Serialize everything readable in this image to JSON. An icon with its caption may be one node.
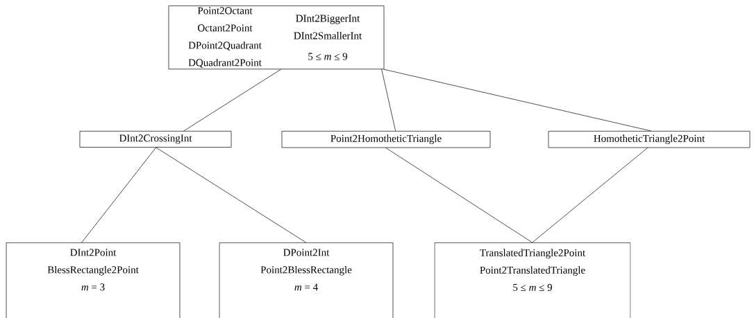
{
  "diagram": {
    "nodes": [
      {
        "text": [
          "Point2Octant",
          "Octant2Point",
          "DPoint2Quadrant",
          "DQuadrant2Point",
          "DInt2BiggerInt",
          "DInt2SmallerInt",
          "5 ≤ *m* ≤ 9"
        ]
      },
      {
        "text": [
          "DInt2CrossingInt"
        ]
      },
      {
        "text": [
          "Point2HomotheticTriangle"
        ]
      },
      {
        "text": [
          "HomotheticTriangle2Point"
        ]
      },
      {
        "text": [
          "DInt2Point",
          "BlessRectangle2Point",
          "*m* = 3"
        ]
      },
      {
        "text": [
          "DPoint2Int",
          "Point2BlessRectangle",
          "*m* = 4"
        ]
      },
      {
        "text": [
          "TranslatedTriangle2Point",
          "Point2TranslatedTriangle",
          "5 ≤ *m* ≤ 9"
        ]
      }
    ],
    "edges": [
      {
        "from": 0,
        "to": 1,
        "arrow": "none"
      },
      {
        "from": 0,
        "to": 2,
        "arrow": "none"
      },
      {
        "from": 0,
        "to": 3,
        "arrow": "none"
      },
      {
        "from": 1,
        "to": 4,
        "arrow": "none"
      },
      {
        "from": 1,
        "to": 5,
        "arrow": "none"
      },
      {
        "from": 2,
        "to": 6,
        "arrow": "none"
      },
      {
        "from": 3,
        "to": 6,
        "arrow": "none"
      }
    ]
  }
}
